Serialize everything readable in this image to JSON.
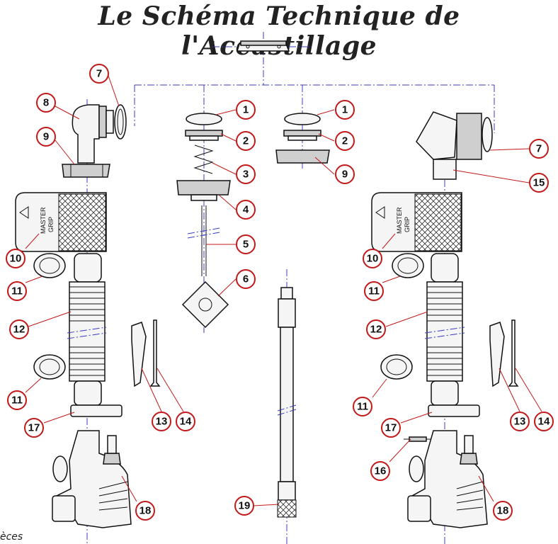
{
  "title": "Le Schéma Technique de l'Accastillage",
  "footer_fragment": "èces",
  "grip_label_line1": "MASTER",
  "grip_label_line2": "GRIP",
  "callouts": [
    {
      "id": "c7a",
      "label": "7"
    },
    {
      "id": "c8",
      "label": "8"
    },
    {
      "id": "c9a",
      "label": "9"
    },
    {
      "id": "c1a",
      "label": "1"
    },
    {
      "id": "c2a",
      "label": "2"
    },
    {
      "id": "c3",
      "label": "3"
    },
    {
      "id": "c4",
      "label": "4"
    },
    {
      "id": "c5",
      "label": "5"
    },
    {
      "id": "c6",
      "label": "6"
    },
    {
      "id": "c1b",
      "label": "1"
    },
    {
      "id": "c2b",
      "label": "2"
    },
    {
      "id": "c9b",
      "label": "9"
    },
    {
      "id": "c7b",
      "label": "7"
    },
    {
      "id": "c15",
      "label": "15"
    },
    {
      "id": "c10a",
      "label": "10"
    },
    {
      "id": "c11a",
      "label": "11"
    },
    {
      "id": "c12a",
      "label": "12"
    },
    {
      "id": "c11b",
      "label": "11"
    },
    {
      "id": "c17a",
      "label": "17"
    },
    {
      "id": "c13a",
      "label": "13"
    },
    {
      "id": "c14a",
      "label": "14"
    },
    {
      "id": "c18a",
      "label": "18"
    },
    {
      "id": "c19",
      "label": "19"
    },
    {
      "id": "c10b",
      "label": "10"
    },
    {
      "id": "c11c",
      "label": "11"
    },
    {
      "id": "c12b",
      "label": "12"
    },
    {
      "id": "c11d",
      "label": "11"
    },
    {
      "id": "c17b",
      "label": "17"
    },
    {
      "id": "c13b",
      "label": "13"
    },
    {
      "id": "c14b",
      "label": "14"
    },
    {
      "id": "c16",
      "label": "16"
    },
    {
      "id": "c18b",
      "label": "18"
    }
  ]
}
